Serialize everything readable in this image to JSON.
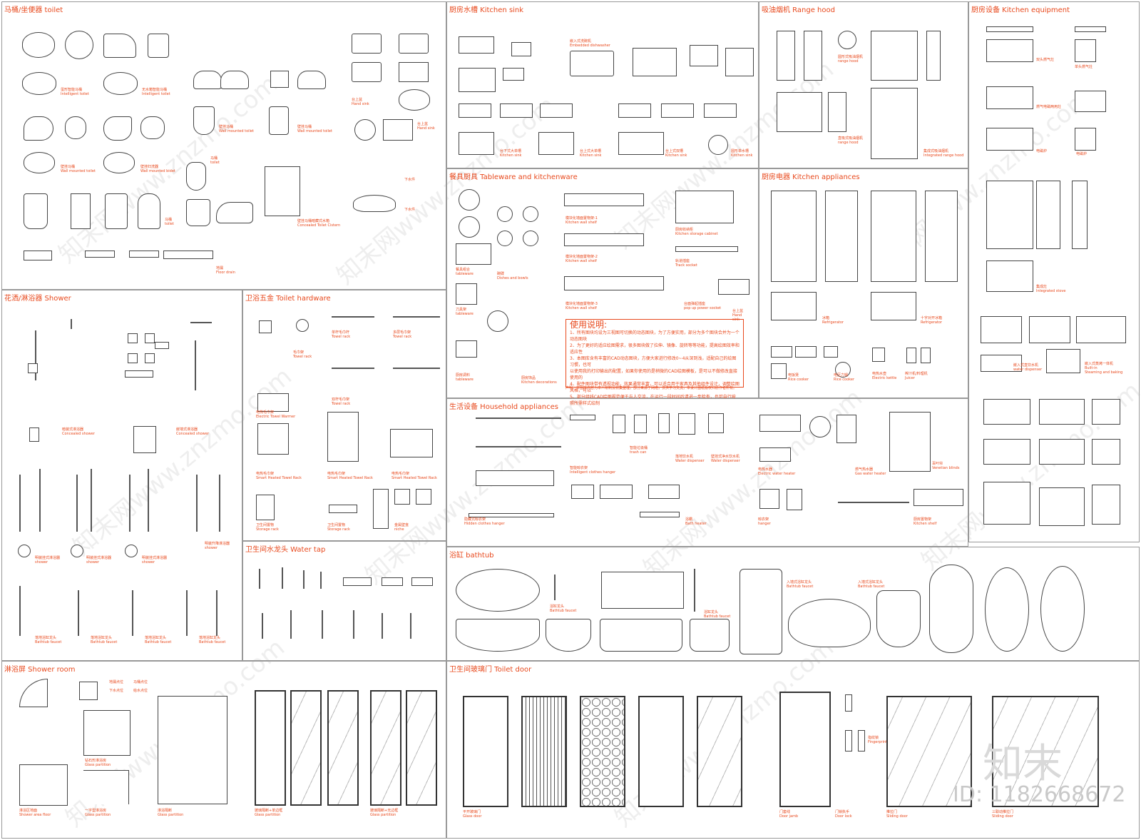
{
  "colors": {
    "accent": "#e8491d",
    "line": "#444444",
    "panel_border": "#999999",
    "background": "#ffffff"
  },
  "panels": {
    "toilet": "马桶/坐便器 toilet",
    "kitchen_sink": "厨房水槽 Kitchen sink",
    "range_hood": "吸油烟机 Range hood",
    "kitchen_equipment": "厨房设备 Kitchen equipment",
    "tableware": "餐具厨具 Tableware and kitchenware",
    "kitchen_appliances": "厨房电器 Kitchen appliances",
    "shower": "花洒/淋浴器 Shower",
    "toilet_hardware": "卫浴五金 Toilet hardware",
    "household_appliances": "生活设备 Household appliances",
    "water_tap": "卫生间水龙头 Water tap",
    "bathtub": "浴缸 bathtub",
    "shower_room": "淋浴屏 Shower room",
    "toilet_door": "卫生间玻璃门 Toilet door"
  },
  "labels": {
    "intelligent_toilet_1": "蛋形智能马桶\nIntelligent toilet",
    "intelligent_toilet_2": "无水箱智能马桶\nIntelligent toilet",
    "wall_mounted_toilet_1": "壁挂马桶\nWall mounted toilet",
    "wall_mounted_toilet_2": "壁挂马桶\nWall mounted toilet",
    "wall_mounted_toilet_3": "壁挂马桶\nWall mounted toilet",
    "wall_mounted_bidet": "壁挂妇洗器\nWall mounted bidet",
    "toilet_1": "马桶\ntoilet",
    "toilet_2": "马桶\ntoilet",
    "concealed_cistern": "壁挂马桶暗藏式水箱\nConcealed Toilet Cistern",
    "hand_sink_1": "台上盆\nHand sink",
    "hand_sink_2": "台上盆\nHand sink",
    "floor_drain": "地漏\nFloor drain",
    "drain_1": "下水件",
    "drain_2": "下水件",
    "embedded_dishwasher": "嵌入式洗碗机\nEmbedded dishwasher",
    "kitchen_sink_1": "台下式大单槽\nKitchen sink",
    "kitchen_sink_2": "台上式大单槽\nKitchen sink",
    "kitchen_sink_3": "台下式大单槽\nKitchen sink",
    "kitchen_sink_4": "台上式双槽\nKitchen sink",
    "kitchen_sink_5": "圆形单水槽\nKitchen sink",
    "range_hood_1": "圆形式吸油烟机\nrange hood",
    "range_hood_2": "直吸式吸油烟机\nrange hood",
    "integrated_range_hood": "集成式吸油烟机\nIntegrated range hood",
    "gas_stove_1": "双头燃气灶",
    "gas_stove_2": "单头燃气灶",
    "gas_stove_3": "燃气电磁两用灶",
    "induction_1": "电磁炉",
    "induction_2": "电磁炉",
    "integrated_stove": "集成灶\nIntegrated stove",
    "water_dispenser": "嵌入式直饮水机\nwater dispenser",
    "built_in_steaming": "嵌入式蒸烤一体机\nBuilt-in\nSteaming and baking",
    "tableware_1": "餐具组合\ntableware",
    "tableware_2": "刀具架\ntableware",
    "tableware_3": "厨房调料\ntableware",
    "dishes_bowls": "碗碟\nDishes and bowls",
    "kitchen_decorations": "厨房饰品\nKitchen decorations",
    "kitchen_wall_shelf_1": "模块化墙面置物架-1\nKitchen wall shelf",
    "kitchen_wall_shelf_2": "模块化墙面置物架-2\nKitchen wall shelf",
    "kitchen_wall_shelf_3": "模块化墙面置物架-3\nKitchen wall shelf",
    "kitchen_storage_cabinet": "厨房收纳柜\nKitchen storage cabinet",
    "track_socket": "轨道插座\nTrack socket",
    "popup_socket": "台面弹起插座\npop up power socket",
    "hand_sink_kitchen": "台上盆\nHand\nsink",
    "usage_title": "使用说明:",
    "usage_lines": [
      "1、所有图块均设为三视图可切换的动态图块，为了方便实用，部分为多个图块合并为一个动态图块",
      "2、为了更好的适应绘图需求，很多图块做了拉伸、镜像、旋转等等功能，提高绘图效率和适应性",
      "3、本图库含有丰富的CAD动态图块，方便大家进行修改0~4从深到浅，适配自己的绘图习惯，也可",
      "以使用我的打印输出的配置，如果你使用的是稍微的CAD绘图模板，是可以不做修改直接使用的",
      "4、配件图块带有透视功能，效果通常丰富，可以适合用于家具及其他组件设计，调整绘图风格，可以",
      "5、部分组线CAD绘图规范便于与人交流，在运行一段时间后请进一步检查，也可自行按照所需样式绘制"
    ],
    "usage_footer": "声明：本图库内容为本人绘制及收集整理，部分来源于网络，仅供学习交流，本设计图纸版权归原作者所有。",
    "refrigerator_1": "冰箱\nRefrigerator",
    "refrigerator_2": "十字对开冰箱\nRefrigerator",
    "rice_cooker_1": "电饭煲\nRice cooker",
    "rice_cooker_2": "电压力锅\nRice cooker",
    "electric_kettle": "电热水壶\nElectric kettle",
    "juicer": "榨汁机/料理机\nJuicer",
    "concealed_shower_1": "暗装式淋浴器\nConcealed shower",
    "concealed_shower_2": "嵌墙式淋浴器\nConcealed shower",
    "shower_1": "明装挂式淋浴器\nshower",
    "shower_2": "明装挂式淋浴器\nshower",
    "shower_3": "明装挂式淋浴器\nshower",
    "shower_4": "明装升降淋浴器\nshower",
    "bathtub_faucet_1": "落地浴缸龙头\nBathtub faucet",
    "bathtub_faucet_2": "落地浴缸龙头\nBathtub faucet",
    "bathtub_faucet_3": "落地浴缸龙头\nBathtub faucet",
    "bathtub_faucet_4": "落地浴缸龙头\nBathtub faucet",
    "towel_rack_1": "毛巾架\nTowel rack",
    "towel_rack_2": "单杆毛巾杆\nTowel rack",
    "towel_rack_3": "双杆毛巾架\nTowel rack",
    "towel_rack_4": "多层毛巾架\nTowel rack",
    "electric_towel_warmer": "电热毛巾架\nElectric Towel Warmer",
    "smart_towel_rack_1": "电热毛巾架\nSmart Heated Towel Rack",
    "smart_towel_rack_2": "电热毛巾架\nSmart Heated Towel Rack",
    "smart_towel_rack_3": "电热毛巾架\nSmart Heated Towel Rack",
    "storage_rack_1": "卫生间置物\nStorage rack",
    "storage_rack_2": "卫生间置物\nStorage rack",
    "niche": "金属壁龛\nniche",
    "clothes_hanger": "智能晾衣架\nIntelligent clothes hanger",
    "trash_can": "智能垃圾桶\ntrash can",
    "water_dispenser_2": "落地饮水机\nWater dispenser",
    "water_dispenser_3": "壁挂式净水饮水机\nWater dispenser",
    "electric_water_heater": "电热水器\nElectric water heater",
    "gas_water_heater": "燃气热水器\nGas water heater",
    "venetian_blinds": "百叶帘\nVenetian blinds",
    "hidden_clothes_hanger": "隐藏式晾衣架\nHidden clothes hanger",
    "bath_heater": "浴霸\nBath heater",
    "hanger": "晾衣架\nhanger",
    "kitchen_shelf": "厨房置物架\nKitchen shelf",
    "bathtub_faucet_5": "浴缸龙头\nBathtub faucet",
    "bathtub_faucet_6": "浴缸龙头\nBathtub faucet",
    "bathtub_faucet_7": "入墙式浴缸龙头\nBathtub faucet",
    "bathtub_faucet_8": "入墙式浴缸龙头\nBathtub faucet",
    "floor_drain_pos": "地漏点位",
    "toilet_pos": "马桶点位",
    "drain_pos": "下水点位",
    "water_supply_pos": "给水点位",
    "glass_partition_1": "钻石形淋浴房\nGlass partition",
    "glass_partition_2": "一字型淋浴房\nGlass partition",
    "glass_partition_3": "淋浴隔断\nGlass partition",
    "glass_partition_4": "玻璃隔断+单边框\nGlass partition",
    "glass_partition_5": "玻璃隔断+无边框\nGlass partition",
    "shower_area_floor": "淋浴区地面\nShower area floor",
    "glass_door": "平开玻璃门\nGlass door",
    "door_jamb": "门套线\nDoor jamb",
    "door_lock": "门锁执手\nDoor lock",
    "fingerprint_lock": "指纹锁\nFingerprint lock",
    "sliding_door_1": "推拉门\nSliding door",
    "sliding_door_2": "三联动推拉门\nSliding door"
  },
  "watermark": "知末网www.znzmo.com",
  "brand": "知末",
  "id_text": "ID: 1182668672"
}
